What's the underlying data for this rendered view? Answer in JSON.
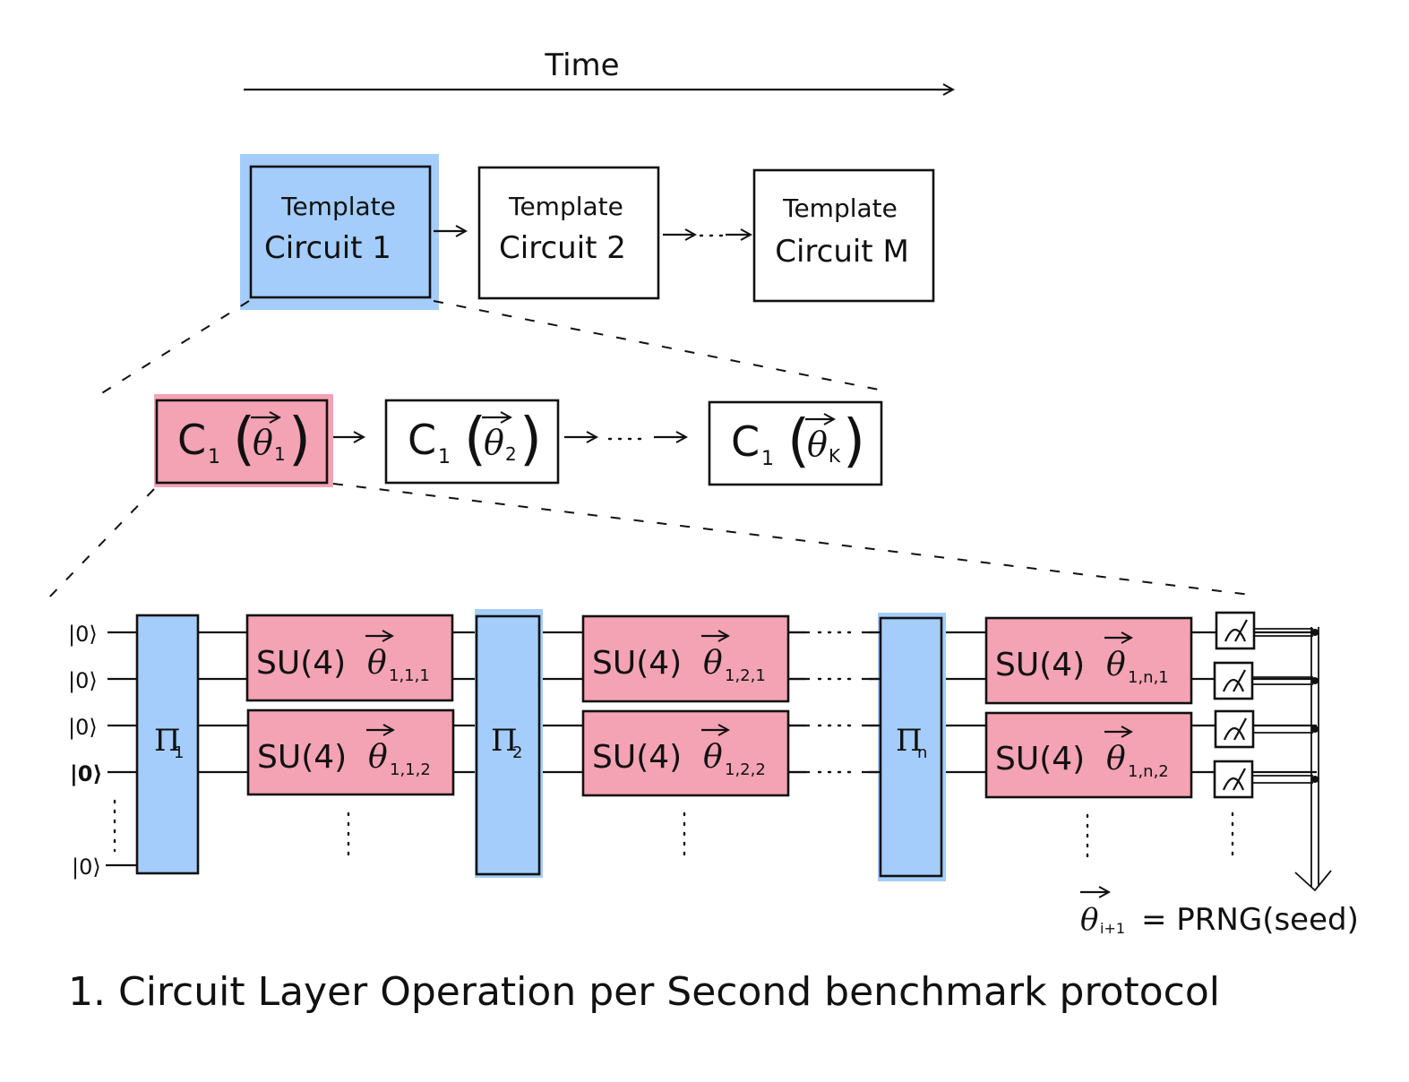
{
  "time_label": "Time",
  "colors": {
    "blue": "#a4cdfb",
    "pink": "#f4a3b4",
    "ink": "#111111"
  },
  "templates": [
    {
      "line1": "Template",
      "line2": "Circuit 1"
    },
    {
      "line1": "Template",
      "line2": "Circuit 2"
    },
    {
      "line1": "Template",
      "line2": "Circuit M"
    }
  ],
  "layer_circuits": [
    {
      "base": "C",
      "sub": "1",
      "theta_sub": "1"
    },
    {
      "base": "C",
      "sub": "1",
      "theta_sub": "2"
    },
    {
      "base": "C",
      "sub": "1",
      "theta_sub": "K"
    }
  ],
  "ket_label": "|0⟩",
  "permutations": [
    {
      "base": "Π",
      "sub": "1"
    },
    {
      "base": "Π",
      "sub": "2"
    },
    {
      "base": "Π",
      "sub": "n"
    }
  ],
  "su4_gates": [
    {
      "prefix": "SU(4)",
      "sub": "1,1,1"
    },
    {
      "prefix": "SU(4)",
      "sub": "1,1,2"
    },
    {
      "prefix": "SU(4)",
      "sub": "1,2,1"
    },
    {
      "prefix": "SU(4)",
      "sub": "1,2,2"
    },
    {
      "prefix": "SU(4)",
      "sub": "1,n,1"
    },
    {
      "prefix": "SU(4)",
      "sub": "1,n,2"
    }
  ],
  "prng": {
    "theta_sub": "i+1",
    "expression": "= PRNG(seed)"
  },
  "caption": "1. Circuit Layer Operation per Second benchmark protocol"
}
